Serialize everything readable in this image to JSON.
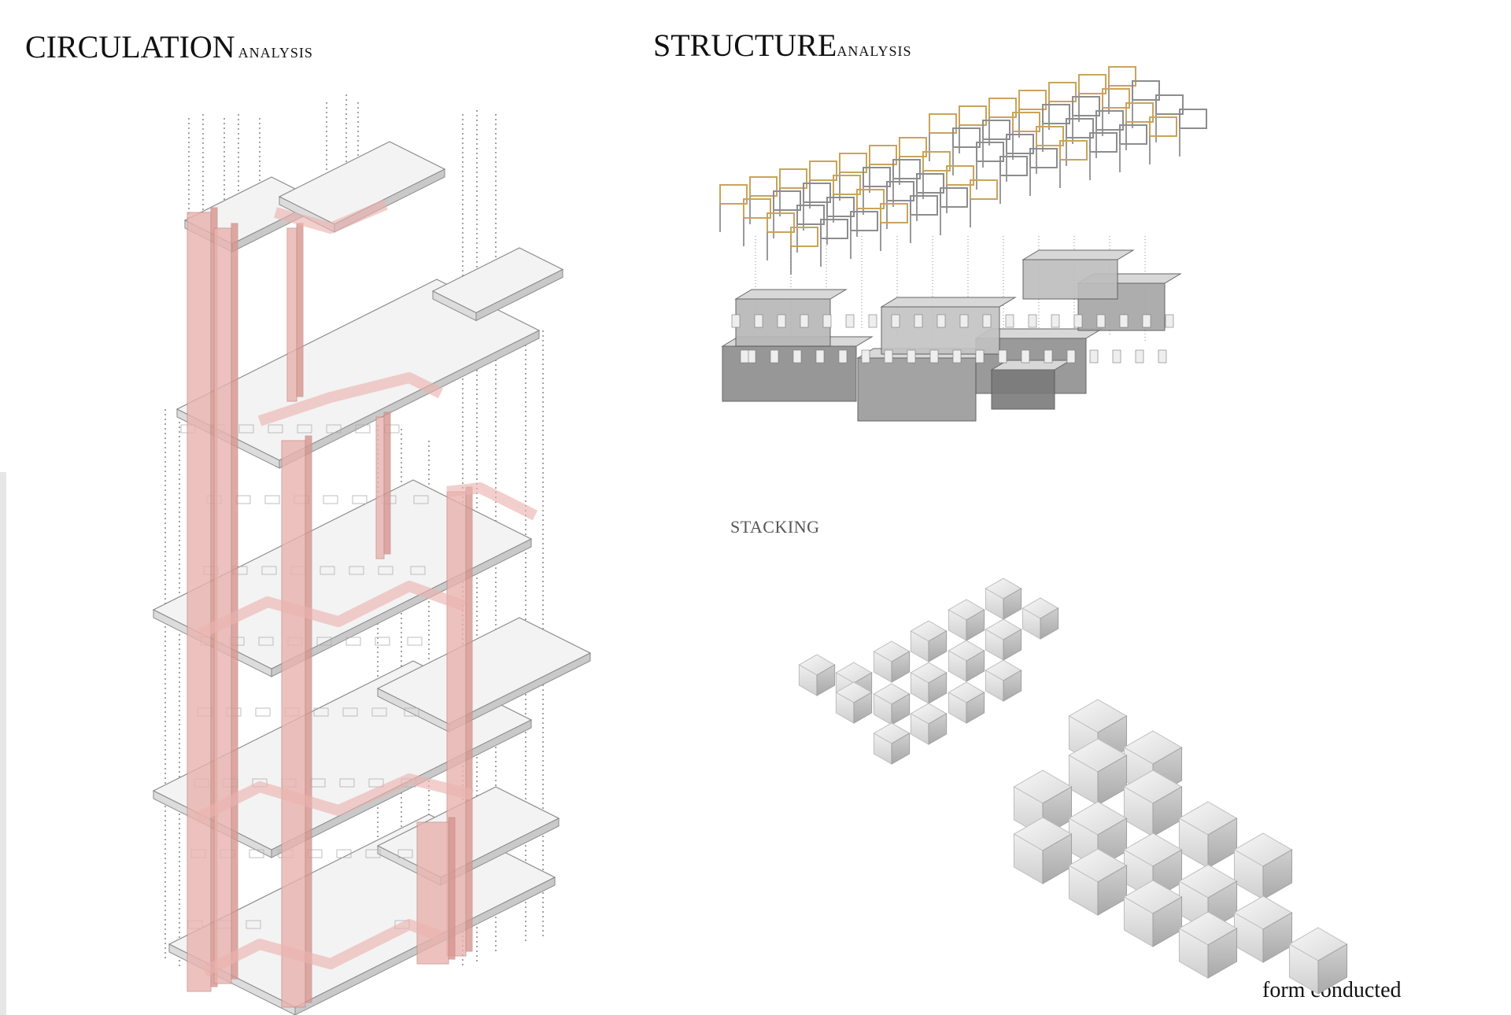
{
  "titles": {
    "circulation_main": "CIRCULATION",
    "circulation_sub": "ANALYSIS",
    "structure_main": "STRUCTURE",
    "structure_sub": "ANALYSIS"
  },
  "labels": {
    "stacking": "STACKING",
    "form_conducted": "form conducted"
  },
  "colors": {
    "circulation_accent": "#e9b3ae",
    "structure_accent": "#c9a45c",
    "line": "#555555",
    "cube_light": "#f2f2f2",
    "cube_mid": "#d6d6d6",
    "cube_dark": "#b5b5b5"
  }
}
